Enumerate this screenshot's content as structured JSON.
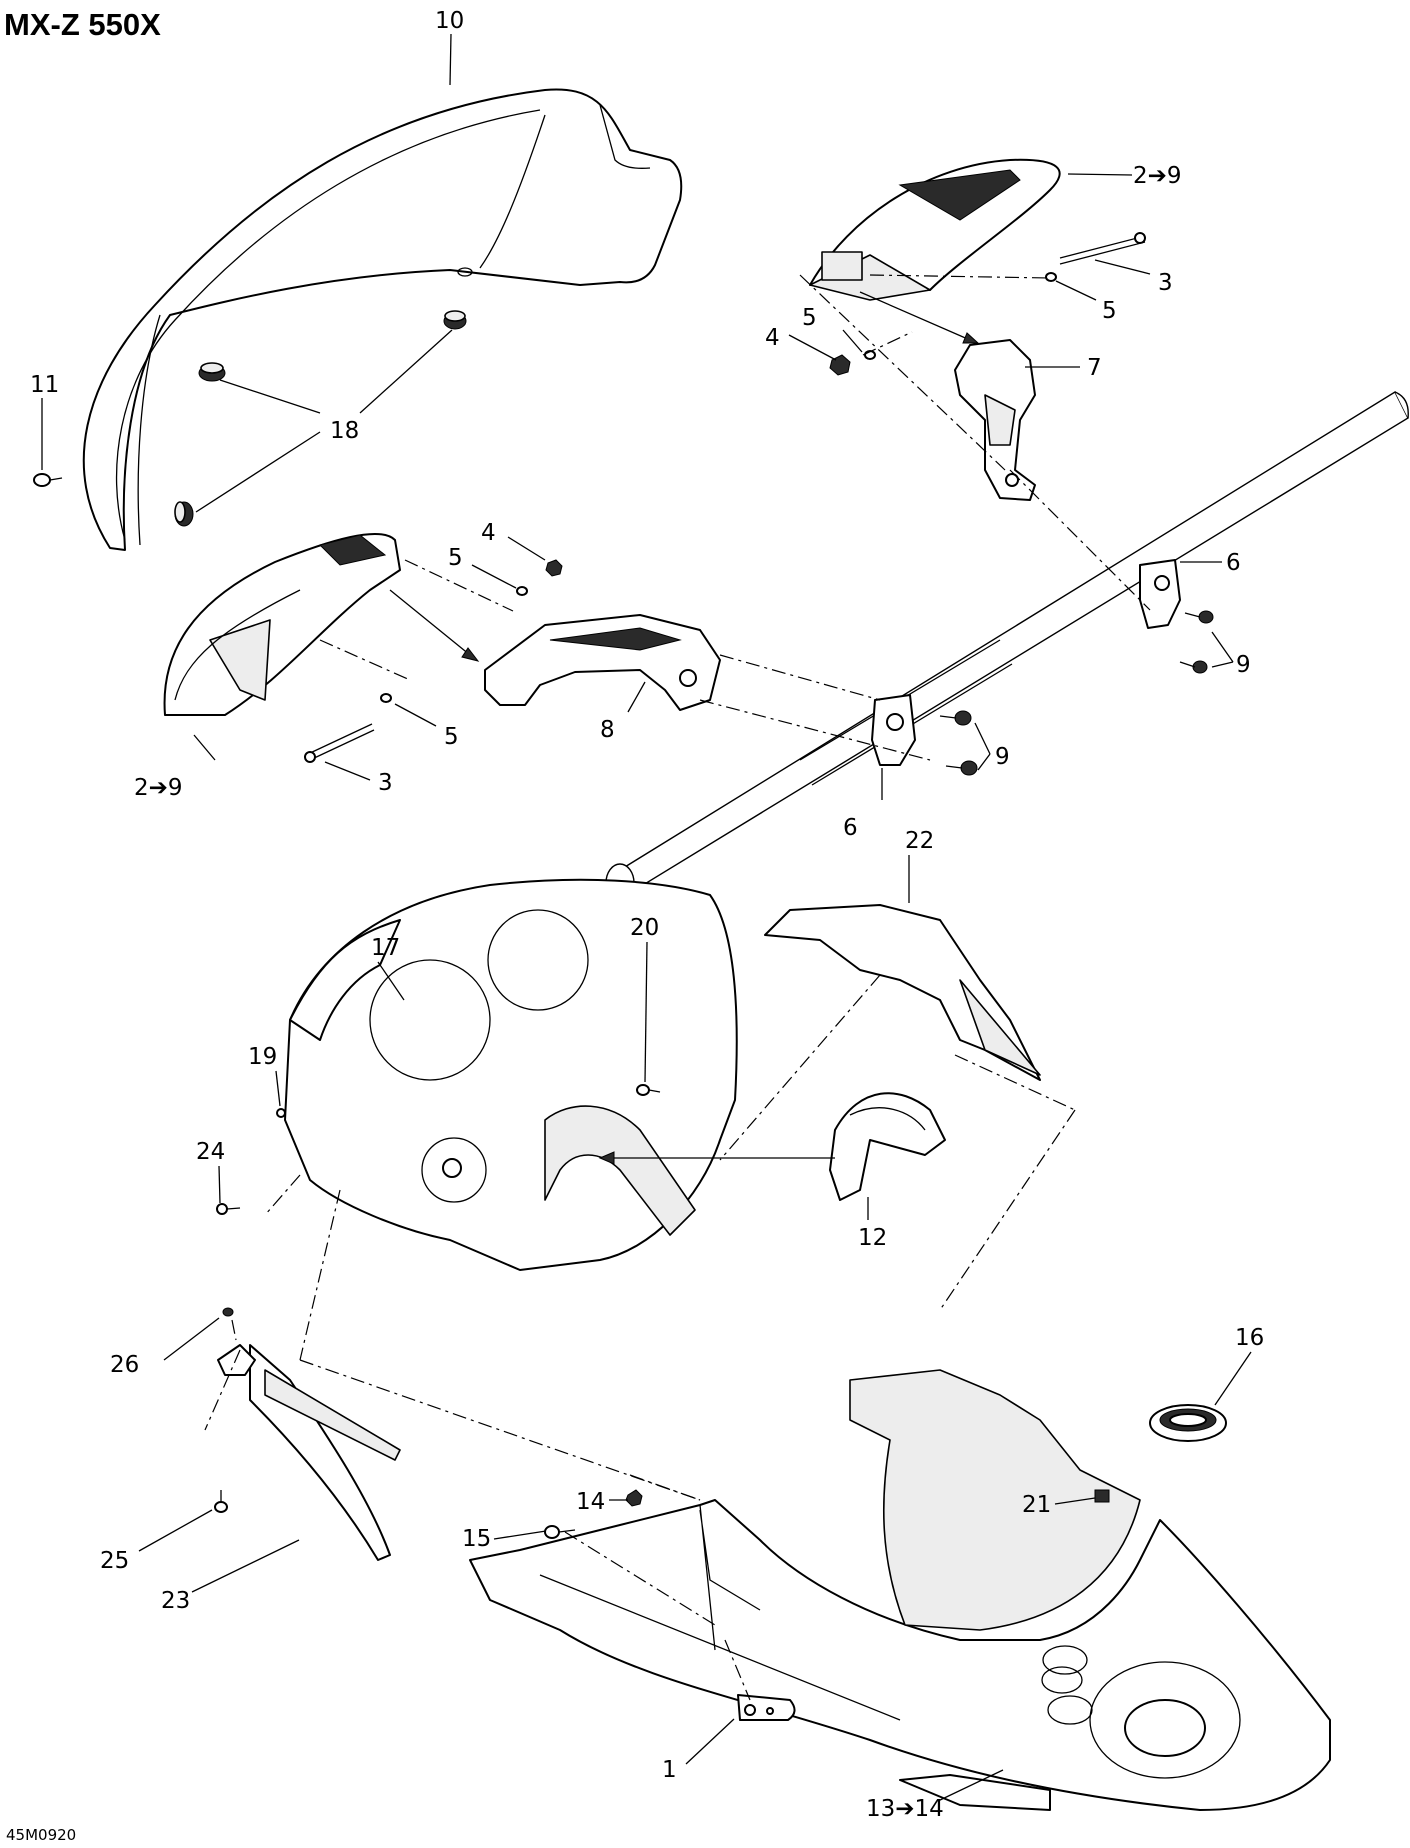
{
  "title": "MX-Z 550X",
  "drawing_code": "45M0920",
  "callouts": {
    "c10": "10",
    "c2to9_top": "2➔9",
    "c3_top": "3",
    "c5_top_right": "5",
    "c5_top_left": "5",
    "c4_top": "4",
    "c7": "7",
    "c11": "11",
    "c18": "18",
    "c4_mid": "4",
    "c5_mid_top": "5",
    "c6_right": "6",
    "c9_right": "9",
    "c5_mid_bottom": "5",
    "c8": "8",
    "c3_mid": "3",
    "c2to9_left": "2➔9",
    "c9_mid": "9",
    "c6_mid": "6",
    "c22": "22",
    "c17": "17",
    "c20": "20",
    "c19": "19",
    "c24": "24",
    "c12": "12",
    "c16": "16",
    "c26": "26",
    "c14": "14",
    "c21": "21",
    "c15": "15",
    "c25": "25",
    "c23": "23",
    "c1": "1",
    "c13to14": "13➔14"
  }
}
